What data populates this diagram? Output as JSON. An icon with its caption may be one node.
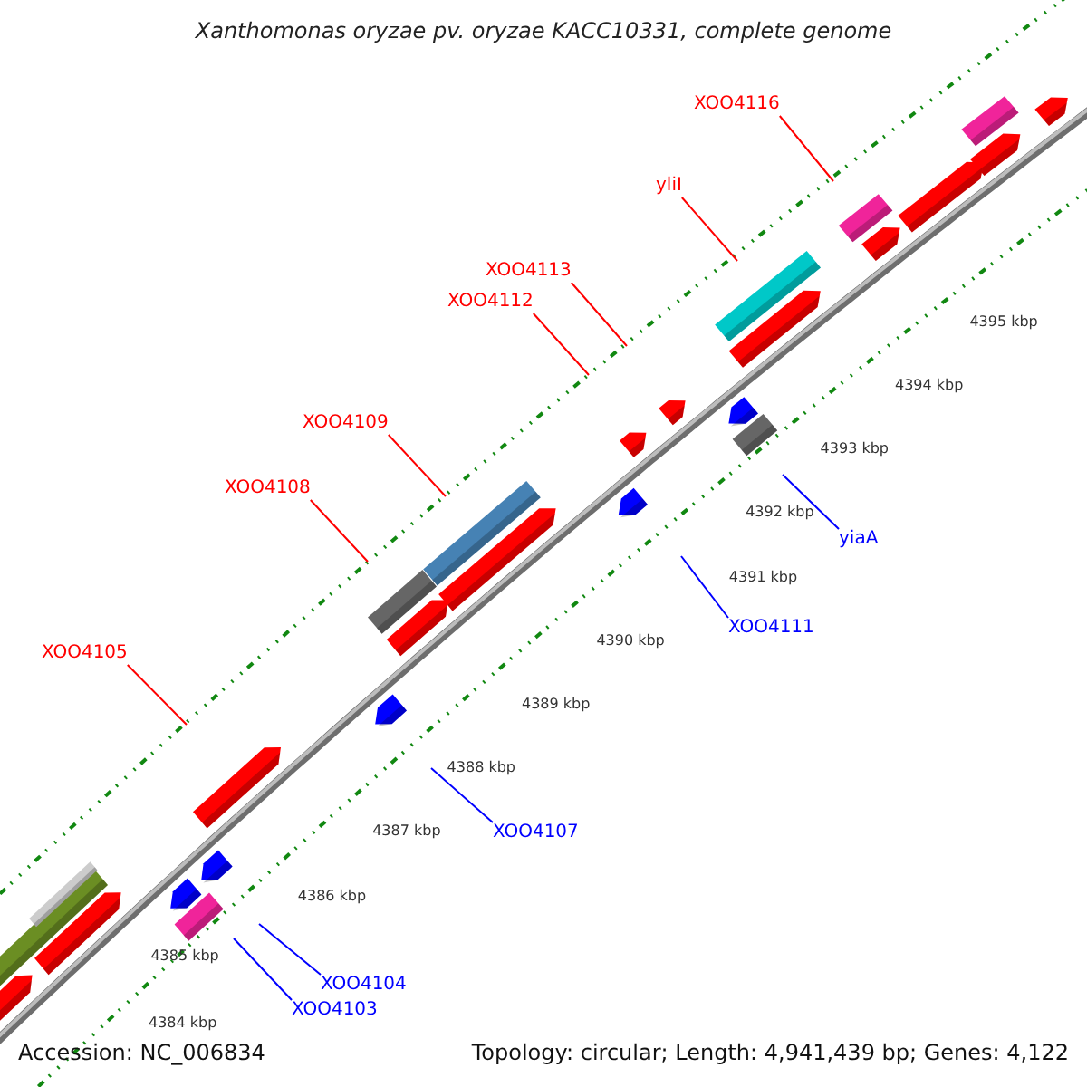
{
  "diagram": {
    "title": "Xanthomonas oryzae pv. oryzae KACC10331, complete genome",
    "nodes": [
      {
        "text": [
          "XOO4116"
        ]
      },
      {
        "text": [
          "yliI"
        ]
      },
      {
        "text": [
          "XOO4113"
        ]
      },
      {
        "text": [
          "XOO4112"
        ]
      },
      {
        "text": [
          "XOO4109"
        ]
      },
      {
        "text": [
          "XOO4108"
        ]
      },
      {
        "text": [
          "XOO4105"
        ]
      },
      {
        "text": [
          "yiaA"
        ]
      },
      {
        "text": [
          "XOO4111"
        ]
      },
      {
        "text": [
          "XOO4107"
        ]
      },
      {
        "text": [
          "XOO4104"
        ]
      },
      {
        "text": [
          "XOO4103"
        ]
      }
    ],
    "edges": [
      {
        "from": 0,
        "to": null,
        "arrow": "none"
      },
      {
        "from": 1,
        "to": null,
        "arrow": "none"
      },
      {
        "from": 2,
        "to": null,
        "arrow": "none"
      },
      {
        "from": 3,
        "to": null,
        "arrow": "none"
      },
      {
        "from": 4,
        "to": null,
        "arrow": "none"
      },
      {
        "from": 5,
        "to": null,
        "arrow": "none"
      },
      {
        "from": 6,
        "to": null,
        "arrow": "none"
      },
      {
        "from": 7,
        "to": null,
        "arrow": "none",
        "color": "#0000ff"
      },
      {
        "from": 8,
        "to": null,
        "arrow": "none",
        "color": "#0000ff"
      },
      {
        "from": 9,
        "to": null,
        "arrow": "none",
        "color": "#0000ff"
      },
      {
        "from": 10,
        "to": null,
        "arrow": "none",
        "color": "#0000ff"
      },
      {
        "from": 11,
        "to": null,
        "arrow": "none",
        "color": "#0000ff"
      }
    ],
    "labels": [
      "4384 kbp",
      "4385 kbp",
      "4386 kbp",
      "4387 kbp",
      "4388 kbp",
      "4389 kbp",
      "4390 kbp",
      "4391 kbp",
      "4392 kbp",
      "4393 kbp",
      "4394 kbp",
      "4395 kbp",
      "Accession: NC_006834",
      "Topology: circular; Length: 4,941,439 bp; Genes: 4,122"
    ]
  }
}
